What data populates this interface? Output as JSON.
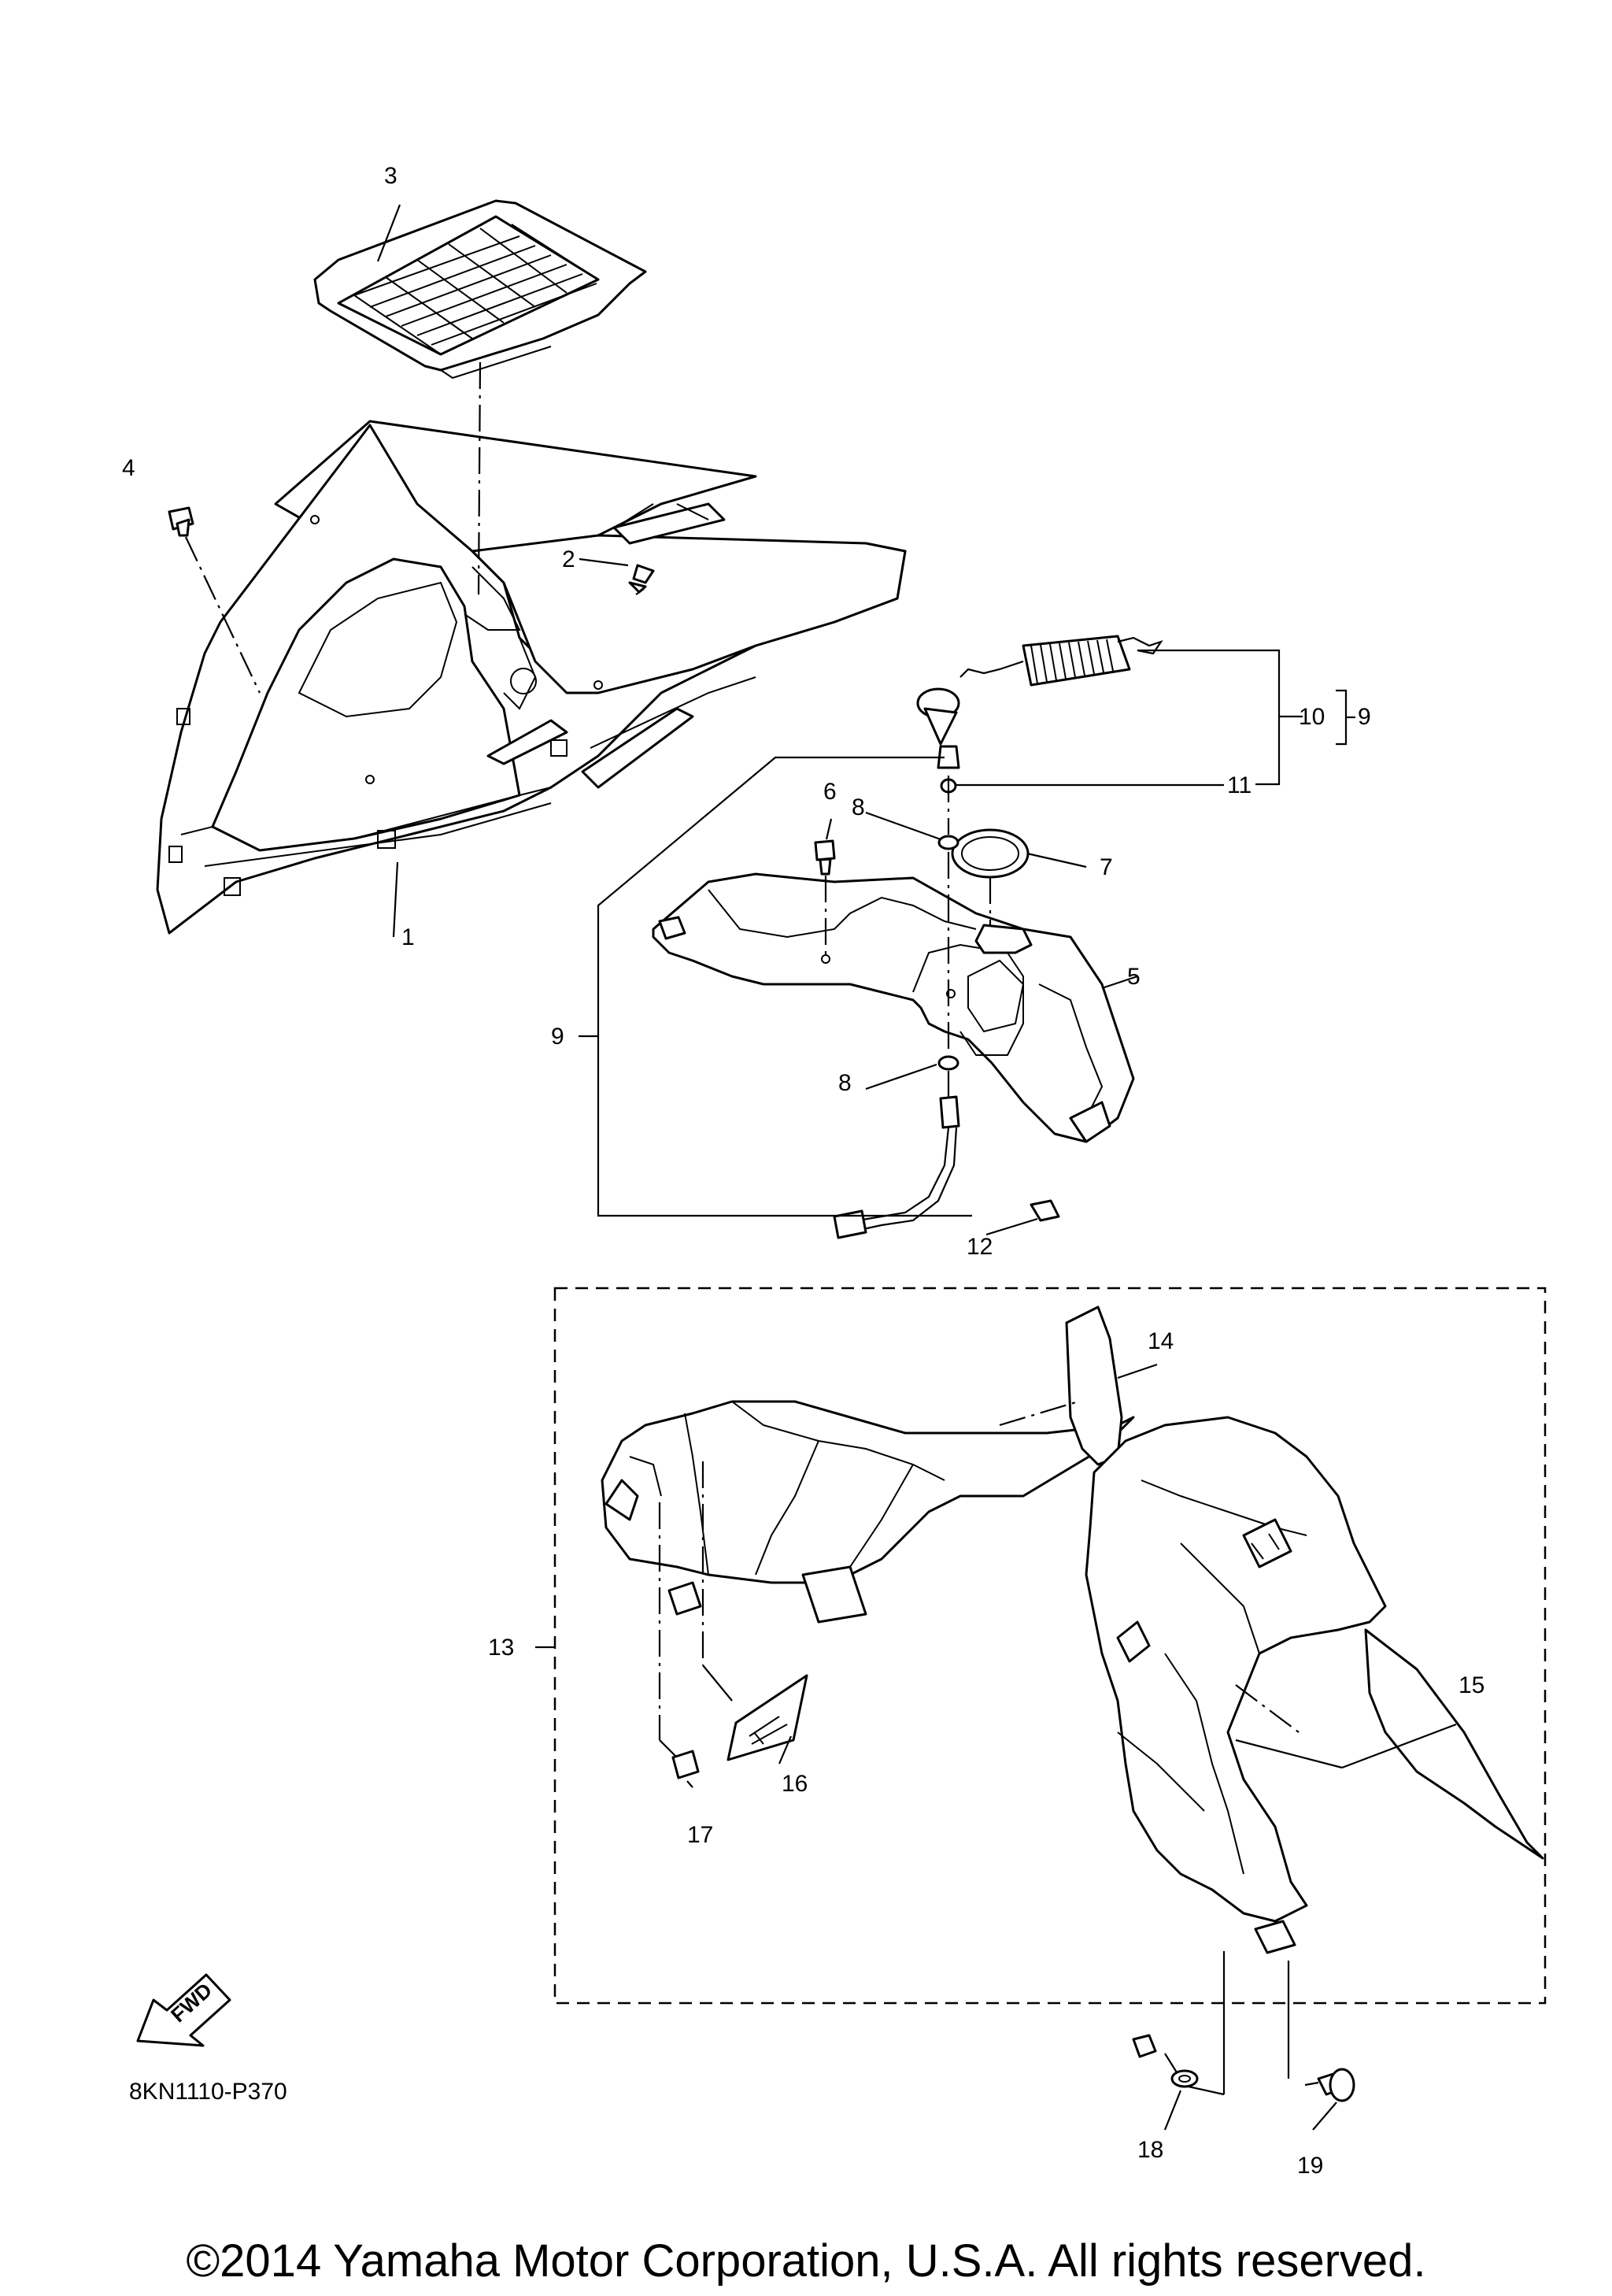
{
  "diagram": {
    "callouts": [
      {
        "id": "1",
        "label": "1"
      },
      {
        "id": "2",
        "label": "2"
      },
      {
        "id": "3",
        "label": "3"
      },
      {
        "id": "4",
        "label": "4"
      },
      {
        "id": "5",
        "label": "5"
      },
      {
        "id": "6",
        "label": "6"
      },
      {
        "id": "7",
        "label": "7"
      },
      {
        "id": "8a",
        "label": "8"
      },
      {
        "id": "8b",
        "label": "8"
      },
      {
        "id": "9a",
        "label": "9"
      },
      {
        "id": "9b",
        "label": "9"
      },
      {
        "id": "10",
        "label": "10"
      },
      {
        "id": "11",
        "label": "11"
      },
      {
        "id": "12",
        "label": "12"
      },
      {
        "id": "13",
        "label": "13"
      },
      {
        "id": "14",
        "label": "14"
      },
      {
        "id": "15",
        "label": "15"
      },
      {
        "id": "16",
        "label": "16"
      },
      {
        "id": "17",
        "label": "17"
      },
      {
        "id": "18",
        "label": "18"
      },
      {
        "id": "19",
        "label": "19"
      }
    ],
    "fwd_label": "FWD",
    "diagram_code": "8KN1110-P370"
  },
  "footer": {
    "copyright": "©2014 Yamaha Motor Corporation, U.S.A. All rights reserved."
  }
}
